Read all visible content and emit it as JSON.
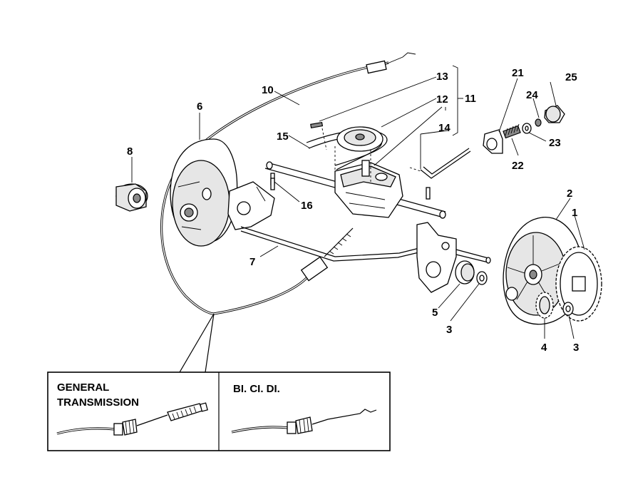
{
  "callouts": [
    {
      "id": "1",
      "label": "1"
    },
    {
      "id": "2",
      "label": "2"
    },
    {
      "id": "3a",
      "label": "3"
    },
    {
      "id": "3b",
      "label": "3"
    },
    {
      "id": "4",
      "label": "4"
    },
    {
      "id": "5",
      "label": "5"
    },
    {
      "id": "6",
      "label": "6"
    },
    {
      "id": "7",
      "label": "7"
    },
    {
      "id": "8",
      "label": "8"
    },
    {
      "id": "10",
      "label": "10"
    },
    {
      "id": "11",
      "label": "11"
    },
    {
      "id": "12",
      "label": "12"
    },
    {
      "id": "13",
      "label": "13"
    },
    {
      "id": "14",
      "label": "14"
    },
    {
      "id": "15",
      "label": "15"
    },
    {
      "id": "16",
      "label": "16"
    },
    {
      "id": "21",
      "label": "21"
    },
    {
      "id": "22",
      "label": "22"
    },
    {
      "id": "23",
      "label": "23"
    },
    {
      "id": "24",
      "label": "24"
    },
    {
      "id": "25",
      "label": "25"
    }
  ],
  "inset": {
    "left_title_line1": "GENERAL",
    "left_title_line2": "TRANSMISSION",
    "right_title": "BI. CI. DI."
  },
  "colors": {
    "line": "#000000",
    "background": "#ffffff",
    "shade": "#e6e6e6"
  }
}
